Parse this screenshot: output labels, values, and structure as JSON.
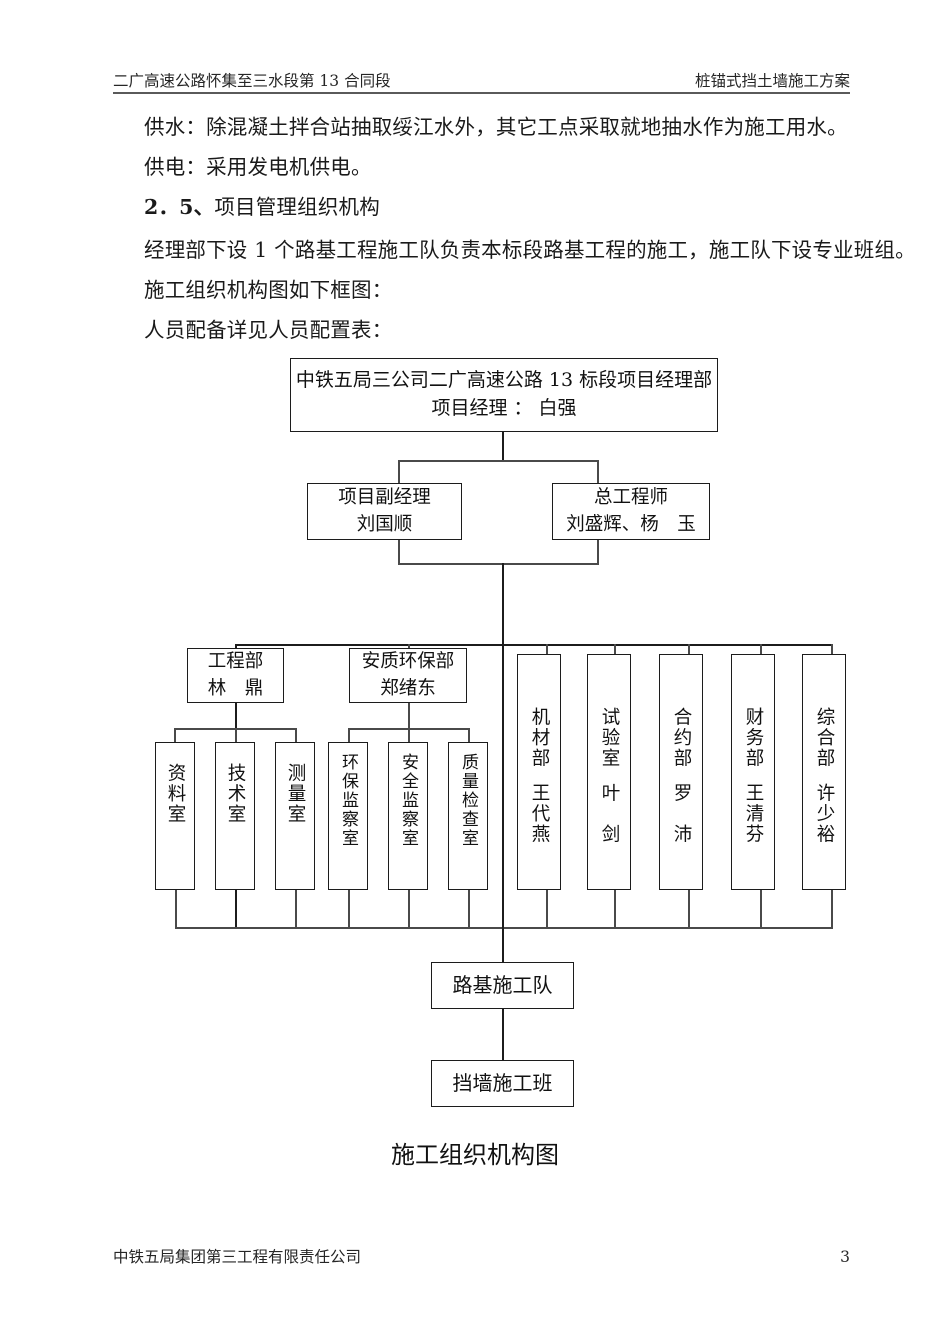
{
  "header": {
    "left": "二广高速公路怀集至三水段第 13 合同段",
    "right": "桩锚式挡土墙施工方案"
  },
  "body": {
    "line1": "供水：除混凝土拌合站抽取绥江水外，其它工点采取就地抽水作为施工用水。",
    "line2": "供电：采用发电机供电。",
    "section_number": "2．5、",
    "section_title": "项目管理组织机构",
    "line3": "经理部下设 1 个路基工程施工队负责本标段路基工程的施工，施工队下设专业班组。",
    "line4": "施工组织机构图如下框图：",
    "line5": "人员配备详见人员配置表："
  },
  "chart_data": {
    "type": "diagram",
    "title": "施工组织机构图",
    "root": {
      "line1": "中铁五局三公司二广高速公路 13 标段项目经理部",
      "line2": "项目经理 ： 白强"
    },
    "level2": [
      {
        "title": "项目副经理",
        "name": "刘国顺"
      },
      {
        "title": "总工程师",
        "name": "刘盛辉、杨　玉"
      }
    ],
    "departments": [
      {
        "title": "工程部",
        "name": "林　鼎"
      },
      {
        "title": "安质环保部",
        "name": "郑绪东"
      }
    ],
    "vertical_departments": [
      {
        "title": "机材部",
        "name": "王代燕"
      },
      {
        "title": "试验室",
        "name": "叶　剑"
      },
      {
        "title": "合约部",
        "name": "罗　沛"
      },
      {
        "title": "财务部",
        "name": "王清芬"
      },
      {
        "title": "综合部",
        "name": "许少裕"
      }
    ],
    "engineering_subunits": [
      "资料室",
      "技术室",
      "测量室"
    ],
    "safety_subunits": [
      "环保监察室",
      "安全监察室",
      "质量检查室"
    ],
    "team": "路基施工队",
    "squad": "挡墙施工班"
  },
  "footer": {
    "company": "中铁五局集团第三工程有限责任公司",
    "page": "3"
  }
}
